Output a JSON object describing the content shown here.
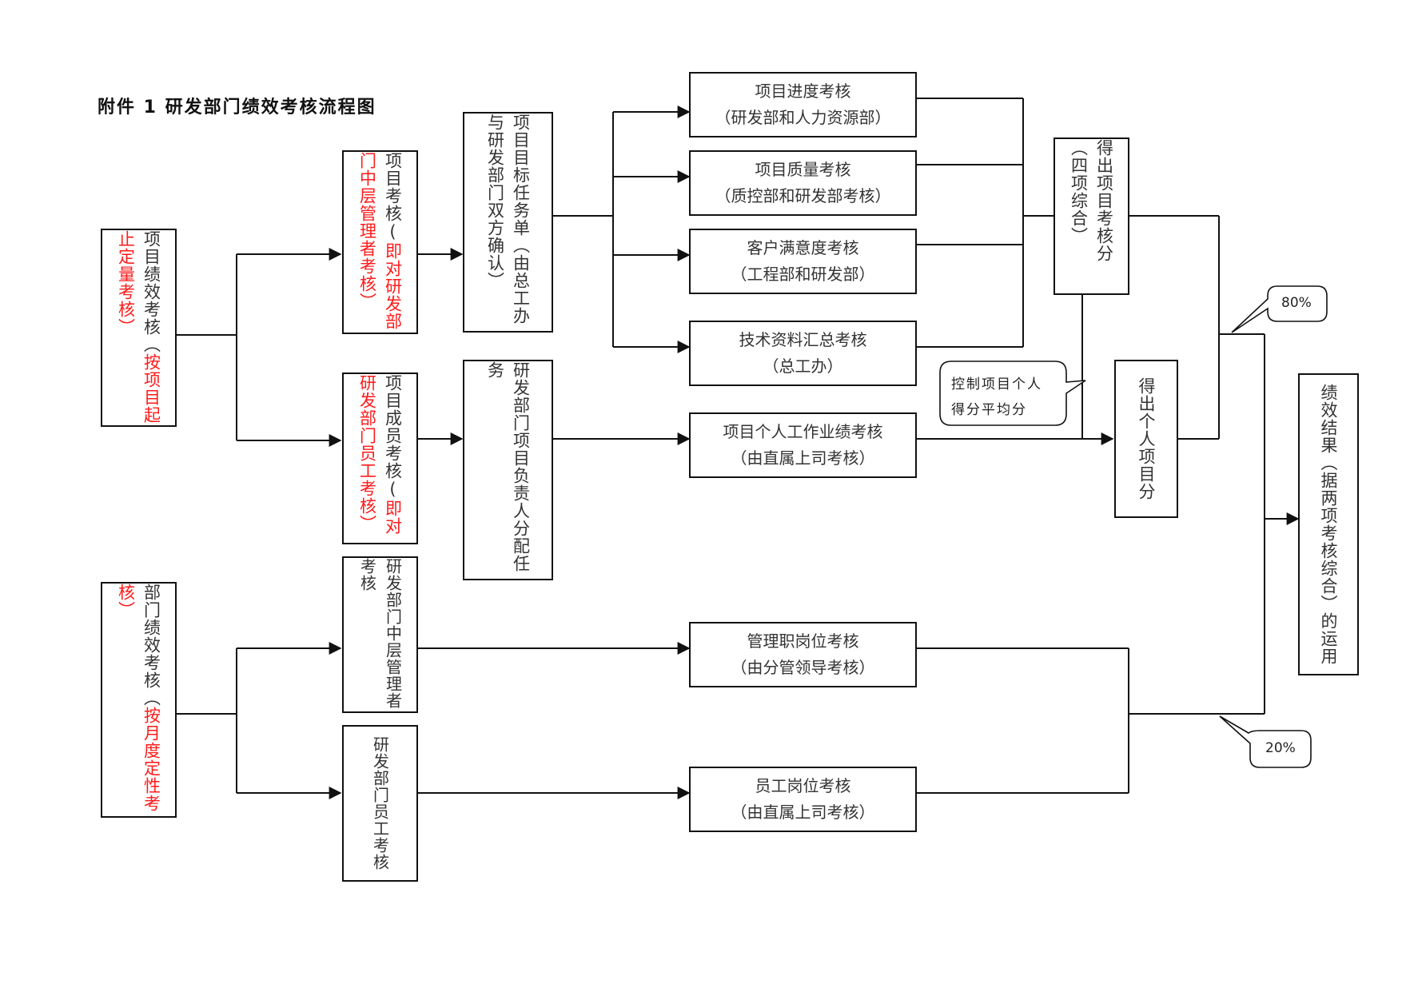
{
  "title": "附件 1 研发部门绩效考核流程图",
  "nodes": {
    "project_perf": {
      "black": "项目绩效考核（",
      "red_a": "按项目",
      "red_b": "起止定量考核）"
    },
    "dept_perf": {
      "black": "部门绩效考核（",
      "red_a": "按月度",
      "red_b": "定性考核）"
    },
    "proj_assess": {
      "black": "项目考核(",
      "red_a": "即对研发部",
      "red_b": "门中层管理者考核）"
    },
    "member_assess": {
      "black": "项目成员考核(",
      "red_a": "即对",
      "red_b": "研发部门员工考核）"
    },
    "mid_mgr": {
      "text": "研发部门中层管理者考核"
    },
    "staff": {
      "text": "研发部门员工考核"
    },
    "target_list": {
      "text": "项目目标任务单（由总工办与研发部门双方确认）"
    },
    "lead_assign": {
      "text": "研发部门项目负责人分配任务"
    },
    "progress": {
      "line1": "项目进度考核",
      "line2": "（研发部和人力资源部）"
    },
    "quality": {
      "line1": "项目质量考核",
      "line2": "（质控部和研发部考核）"
    },
    "satisfaction": {
      "line1": "客户满意度考核",
      "line2": "（工程部和研发部）"
    },
    "tech_docs": {
      "line1": "技术资料汇总考核",
      "line2": "（总工办）"
    },
    "personal_work": {
      "line1": "项目个人工作业绩考核",
      "line2": "（由直属上司考核）"
    },
    "mgmt_post": {
      "line1": "管理职岗位考核",
      "line2": "（由分管领导考核）"
    },
    "staff_post": {
      "line1": "员工岗位考核",
      "line2": "（由直属上司考核）"
    },
    "project_score": {
      "text": "得出项目考核分（四项综合）"
    },
    "personal_score": {
      "text": "得出个人项目分"
    },
    "result": {
      "text": "绩效结果（据两项考核综合）的运用"
    }
  },
  "callouts": {
    "control": {
      "line1": "控制项目个人",
      "line2": "得分平均分"
    },
    "pct80": "80%",
    "pct20": "20%"
  }
}
